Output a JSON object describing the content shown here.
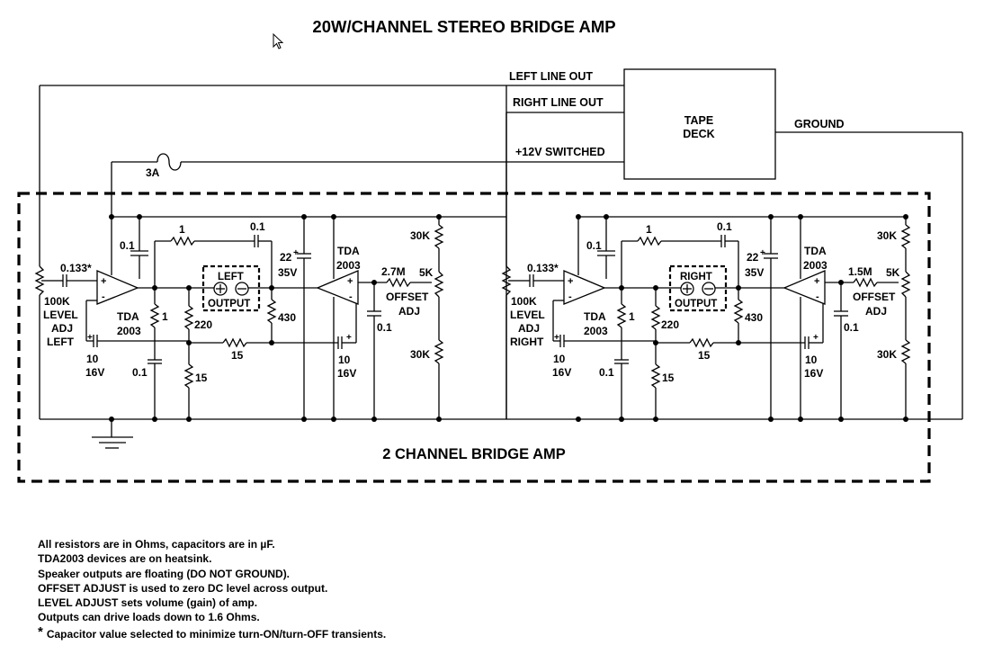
{
  "title": "20W/CHANNEL STEREO BRIDGE AMP",
  "box_label": "2 CHANNEL BRIDGE AMP",
  "tape_deck": {
    "line1": "TAPE",
    "line2": "DECK"
  },
  "connections": {
    "left_line_out": "LEFT LINE OUT",
    "right_line_out": "RIGHT LINE OUT",
    "switched": "+12V SWITCHED",
    "ground": "GROUND",
    "fuse": "3A"
  },
  "left": {
    "cin": "0.133*",
    "level1": "100K",
    "level2": "LEVEL",
    "level3": "ADJ",
    "level4": "LEFT",
    "c01a": "0.1",
    "r1": "1",
    "c01b": "0.1",
    "c22a": "22",
    "c22b": "35V",
    "tda1a": "TDA",
    "tda1b": "2003",
    "tda2a": "TDA",
    "tda2b": "2003",
    "r2m": "2.7M",
    "out1": "LEFT",
    "out2": "OUTPUT",
    "r1b": "1",
    "r220": "220",
    "r430": "430",
    "r15a": "15",
    "r15b": "15",
    "c01c": "0.1",
    "c10a": "10",
    "c10b": "16V",
    "c10c": "10",
    "c10d": "16V",
    "c01d": "0.1",
    "off1": "OFFSET",
    "off2": "ADJ",
    "p5k": "5K",
    "r30ka": "30K",
    "r30kb": "30K"
  },
  "right": {
    "cin": "0.133*",
    "level1": "100K",
    "level2": "LEVEL",
    "level3": "ADJ",
    "level4": "RIGHT",
    "c01a": "0.1",
    "r1": "1",
    "c01b": "0.1",
    "c22a": "22",
    "c22b": "35V",
    "tda1a": "TDA",
    "tda1b": "2003",
    "tda2a": "TDA",
    "tda2b": "2003",
    "r2m": "1.5M",
    "out1": "RIGHT",
    "out2": "OUTPUT",
    "r1b": "1",
    "r220": "220",
    "r430": "430",
    "r15a": "15",
    "r15b": "15",
    "c01c": "0.1",
    "c10a": "10",
    "c10b": "16V",
    "c10c": "10",
    "c10d": "16V",
    "c01d": "0.1",
    "off1": "OFFSET",
    "off2": "ADJ",
    "p5k": "5K",
    "r30ka": "30K",
    "r30kb": "30K"
  },
  "notes": [
    "All resistors are in Ohms, capacitors are in µF.",
    "TDA2003 devices are on heatsink.",
    "Speaker outputs are floating (DO NOT GROUND).",
    "OFFSET ADJUST is used to zero DC level across output.",
    "LEVEL ADJUST sets volume (gain) of amp.",
    "Outputs can drive loads down to 1.6 Ohms."
  ],
  "footnote": {
    "mark": "*",
    "text": "Capacitor value selected to minimize turn-ON/turn-OFF transients."
  }
}
